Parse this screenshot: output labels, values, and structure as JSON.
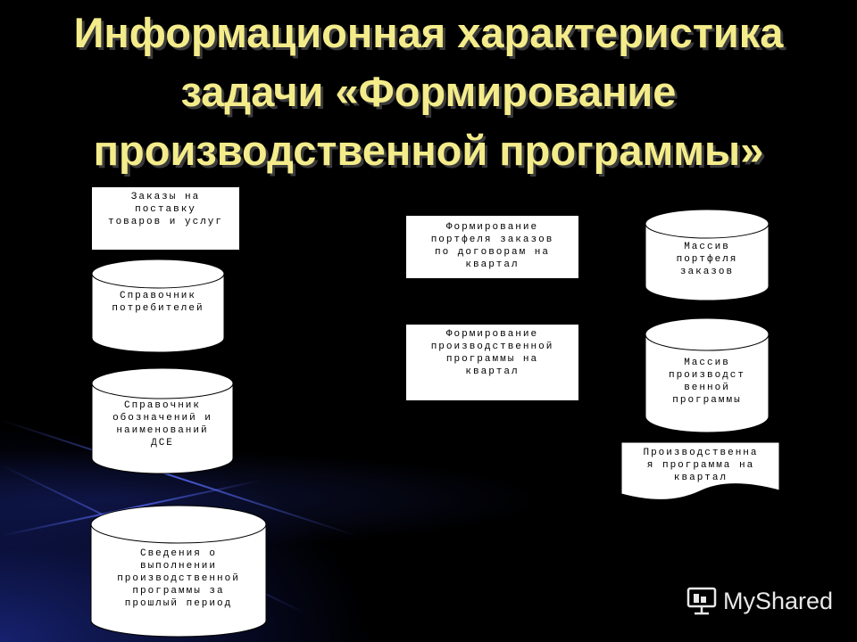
{
  "title": {
    "line1": "Информационная характеристика",
    "line2": "задачи «Формирование",
    "line3": "производственной программы»"
  },
  "inputs": {
    "orders_doc": [
      "Заказы на",
      "поставку",
      "товаров и услуг"
    ],
    "consumers_ref": [
      "Справочник",
      "потребителей"
    ],
    "dse_ref": [
      "Справочник",
      "обозначений и",
      "наименований",
      "ДСЕ"
    ],
    "prev_period": [
      "Сведения о",
      "выполнении",
      "производственной",
      "программы за",
      "прошлый период"
    ]
  },
  "processes": {
    "portfolio": [
      "Формирование",
      "портфеля заказов",
      "по договорам на",
      "квартал"
    ],
    "program": [
      "Формирование",
      "производственной",
      "программы на",
      "квартал"
    ]
  },
  "outputs": {
    "portfolio_array": [
      "Массив",
      "портфеля",
      "заказов"
    ],
    "program_array": [
      "Массив",
      "производст",
      "венной",
      "программы"
    ],
    "program_doc": [
      "Производственна",
      "я программа на",
      "квартал"
    ]
  },
  "watermark": {
    "text": "MyShared",
    "icon": "presentation-screen-icon"
  }
}
